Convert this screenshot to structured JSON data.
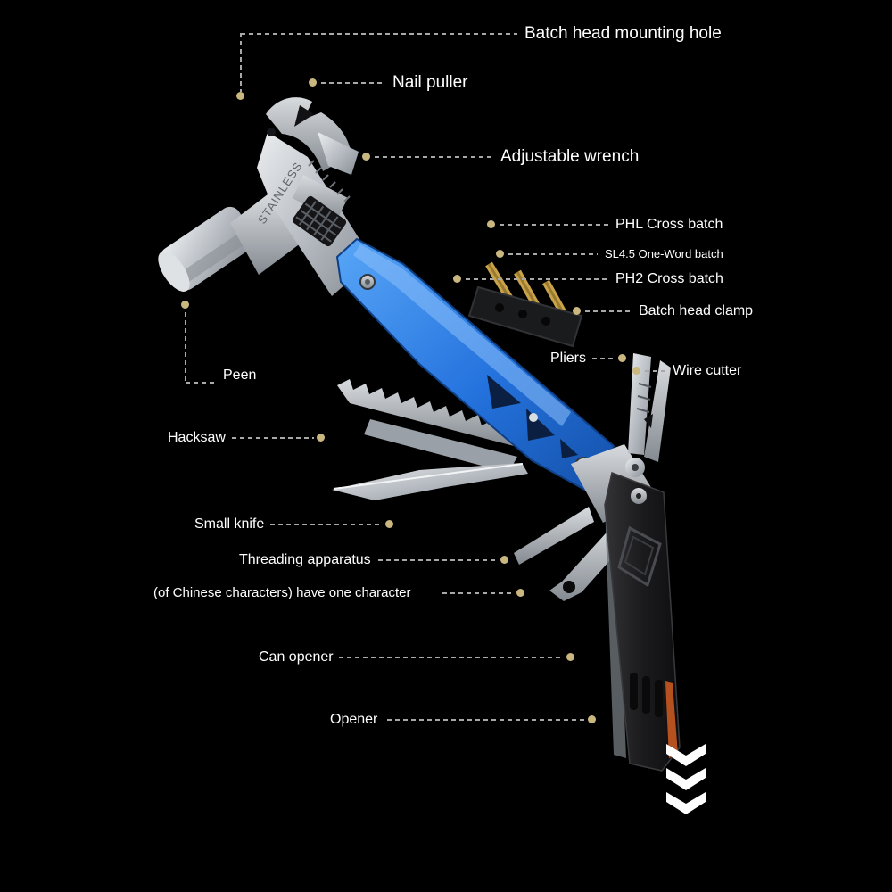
{
  "background": "#000000",
  "colors": {
    "label_text": "#ffffff",
    "leader_line": "#a8a8a8",
    "leader_dot": "#c9b77f",
    "handle_blue": "#2d7be0",
    "handle_black": "#1d1d1f",
    "metal_silver": "#c6cad0",
    "bit_gold": "#c9a24a",
    "accent_orange": "#b5511f",
    "chevron": "#ffffff"
  },
  "tool": {
    "engraving": "STAINLESS"
  },
  "annotations": {
    "batch_head_mounting_hole": {
      "label": "Batch head mounting hole"
    },
    "nail_puller": {
      "label": "Nail puller"
    },
    "adjustable_wrench": {
      "label": "Adjustable wrench"
    },
    "phl_cross_batch": {
      "label": "PHL Cross batch"
    },
    "sl45_one_word_batch": {
      "label": "SL4.5 One-Word batch"
    },
    "ph2_cross_batch": {
      "label": "PH2 Cross batch"
    },
    "batch_head_clamp": {
      "label": "Batch head clamp"
    },
    "pliers": {
      "label": "Pliers"
    },
    "wire_cutter": {
      "label": "Wire cutter"
    },
    "peen": {
      "label": "Peen"
    },
    "hacksaw": {
      "label": "Hacksaw"
    },
    "small_knife": {
      "label": "Small knife"
    },
    "threading_apparatus": {
      "label": "Threading apparatus"
    },
    "chinese_characters_note": {
      "label": "(of Chinese characters) have one character"
    },
    "can_opener": {
      "label": "Can opener"
    },
    "opener": {
      "label": "Opener"
    }
  }
}
